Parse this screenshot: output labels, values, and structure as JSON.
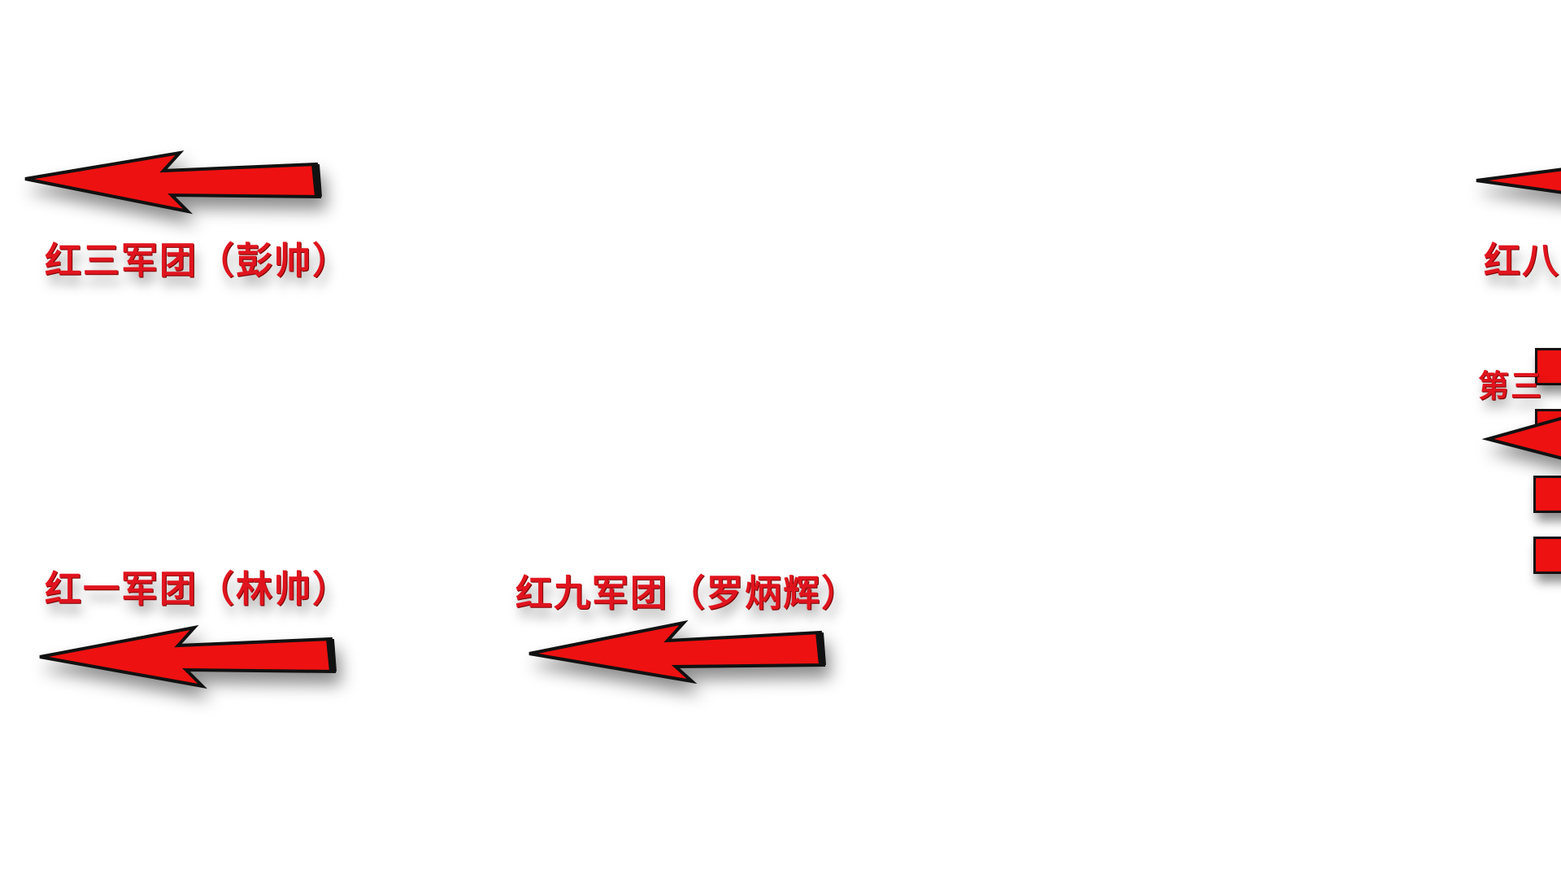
{
  "colors": {
    "arrow_fill": "#ee1111",
    "arrow_outline": "#111111",
    "label_text": "#e0141e",
    "background": "#ffffff"
  },
  "labels": {
    "third_corps": "红三军团（彭帅）",
    "first_corps": "红一军团（林帅）",
    "ninth_corps": "红九军团（罗炳辉）",
    "eighth_corps_partial": "红八",
    "third_field_partial": "第三"
  },
  "arrows": [
    {
      "name": "third-corps-arrow",
      "direction": "left"
    },
    {
      "name": "first-corps-arrow",
      "direction": "left"
    },
    {
      "name": "ninth-corps-arrow",
      "direction": "left"
    },
    {
      "name": "eighth-corps-arrow",
      "direction": "left"
    },
    {
      "name": "third-field-arrow",
      "direction": "left"
    }
  ]
}
